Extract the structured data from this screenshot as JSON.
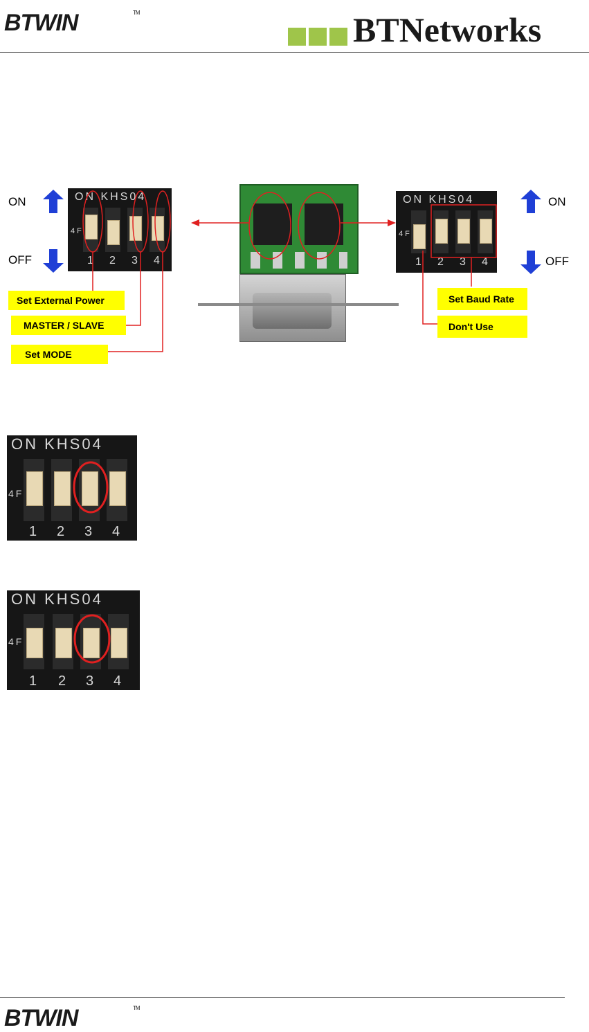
{
  "header": {
    "logo_text": "BTWIN",
    "logo_tm": "TM",
    "brand_text": "BTNetworks"
  },
  "figure1": {
    "dip_label": "ON KHS04",
    "side_label": "4F",
    "switch_numbers": [
      "1",
      "2",
      "3",
      "4"
    ],
    "left": {
      "on_label": "ON",
      "off_label": "OFF",
      "labels": [
        "Set External Power",
        "MASTER / SLAVE",
        "Set MODE"
      ]
    },
    "right": {
      "on_label": "ON",
      "off_label": "OFF",
      "labels": [
        "Set Baud Rate",
        "Don't Use"
      ]
    },
    "colors": {
      "label_bg": "#ffff00",
      "callout": "#e02020",
      "arrow": "#1f3fd6"
    }
  },
  "figure2": {
    "dip_label": "ON KHS04",
    "side_label": "4F",
    "switch_numbers": [
      "1",
      "2",
      "3",
      "4"
    ]
  },
  "figure3": {
    "dip_label": "ON KHS04",
    "side_label": "4F",
    "switch_numbers": [
      "1",
      "2",
      "3",
      "4"
    ]
  },
  "footer": {
    "logo_text": "BTWIN",
    "logo_tm": "TM"
  }
}
